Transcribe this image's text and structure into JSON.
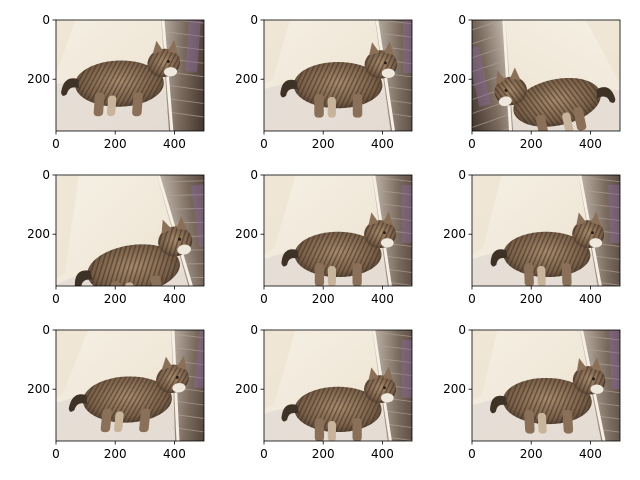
{
  "chart_data": {
    "type": "image-grid",
    "rows": 3,
    "cols": 3,
    "panel_count": 9,
    "xlim": [
      0,
      500
    ],
    "ylim": [
      375,
      0
    ],
    "xticks": [
      0,
      200,
      400
    ],
    "yticks": [
      0,
      200
    ],
    "xtick_labels": [
      "0",
      "200",
      "400"
    ],
    "ytick_labels": [
      "0",
      "200"
    ],
    "grid": false,
    "panel_content": "augmented photo of a tabby cat near a window"
  },
  "colors": {
    "background": "#ffffff",
    "axis": "#000000",
    "wall_light": "#f5f0e6",
    "wall_warm": "#ece2d0",
    "floor": "#e3dbd4",
    "window_dark": "#4a3a30",
    "window_frame": "#b0a49a",
    "blind_purple": "#8a6a9e",
    "cat_fur": "#8a7058",
    "cat_dark": "#3e3226",
    "cat_light": "#c8b49a"
  },
  "icons": [
    "cat-photo-icon"
  ]
}
